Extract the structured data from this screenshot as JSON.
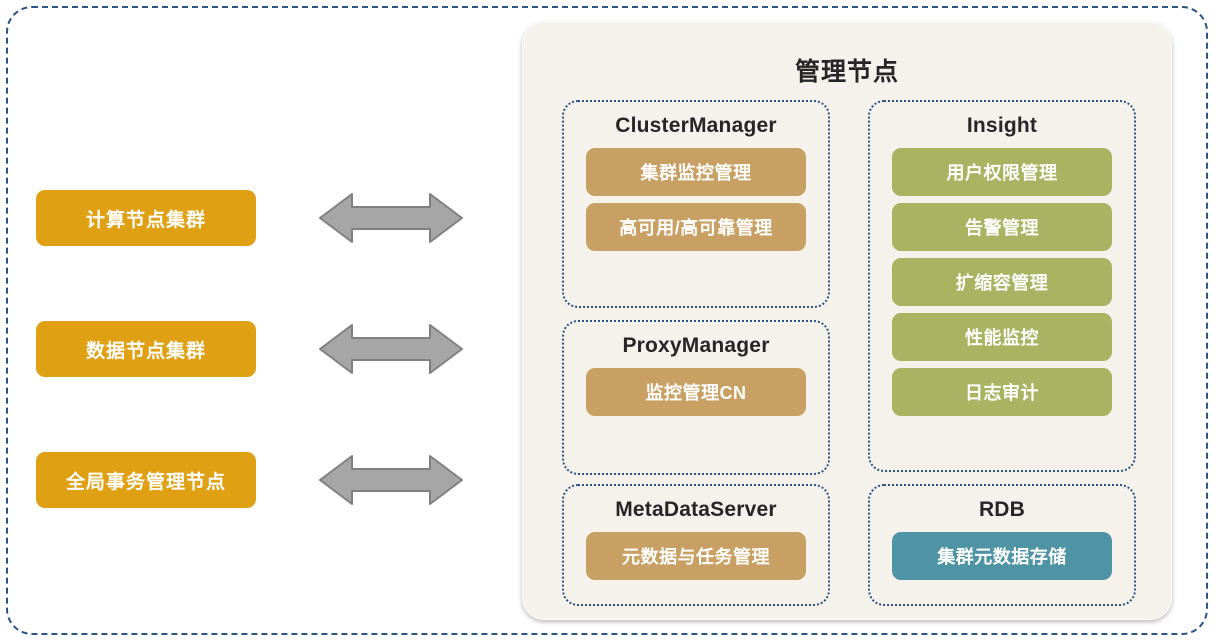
{
  "left_panel": {
    "nodes": [
      {
        "label": "计算节点集群",
        "arrow": "double-arrow-icon"
      },
      {
        "label": "数据节点集群",
        "arrow": "double-arrow-icon"
      },
      {
        "label": "全局事务管理节点",
        "arrow": "double-arrow-icon"
      }
    ]
  },
  "management": {
    "title": "管理节点",
    "groups": [
      {
        "name": "ClusterManager",
        "items": [
          {
            "label": "集群监控管理",
            "color": "#C9A063"
          },
          {
            "label": "高可用/高可靠管理",
            "color": "#C9A063"
          }
        ]
      },
      {
        "name": "ProxyManager",
        "items": [
          {
            "label": "监控管理CN",
            "color": "#C9A063"
          }
        ]
      },
      {
        "name": "MetaDataServer",
        "items": [
          {
            "label": "元数据与任务管理",
            "color": "#C9A063"
          }
        ]
      },
      {
        "name": "Insight",
        "items": [
          {
            "label": "用户权限管理",
            "color": "#A8B462"
          },
          {
            "label": "告警管理",
            "color": "#A8B462"
          },
          {
            "label": "扩缩容管理",
            "color": "#A8B462"
          },
          {
            "label": "性能监控",
            "color": "#A8B462"
          },
          {
            "label": "日志审计",
            "color": "#A8B462"
          }
        ]
      },
      {
        "name": "RDB",
        "items": [
          {
            "label": "集群元数据存储",
            "color": "#4E94A5"
          }
        ]
      }
    ]
  },
  "colors": {
    "outer_border": "#2B5384",
    "group_border": "#2B5384",
    "node_pill": "#E0A013",
    "container_bg": "#F5F2EB",
    "arrow_fill": "#A6A6A6",
    "arrow_stroke": "#808080",
    "tan": "#C9A063",
    "green": "#A8B462",
    "teal": "#4E94A5",
    "title_text": "#262626"
  }
}
